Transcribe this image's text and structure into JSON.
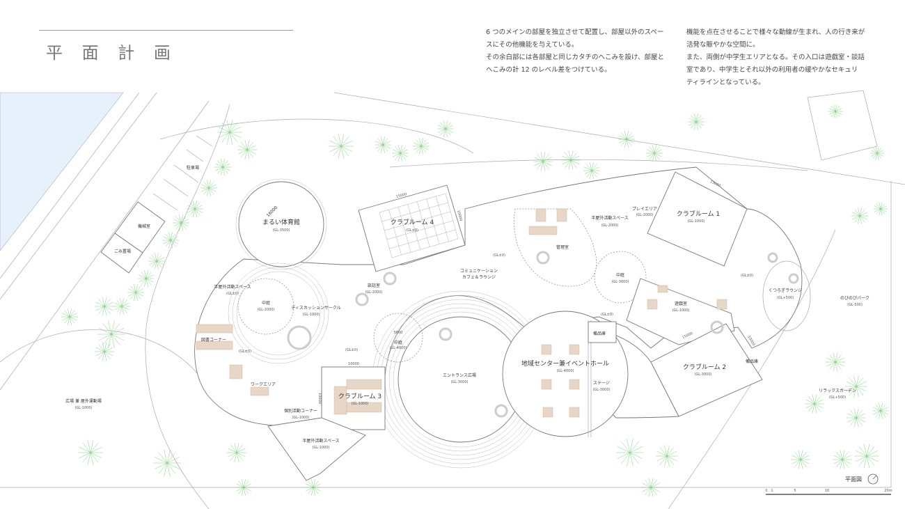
{
  "header": {
    "title": "平 面 計 画",
    "description_left": [
      "6 つのメインの部屋を独立させて配置し、部屋以外のスペー",
      "スにその他機能を与えている。",
      "その余白部には各部屋と同じカタチのへこみを設け、部屋と",
      "へこみの計 12 のレベル差をつけている。"
    ],
    "description_right": [
      "機能を点在させることで様々な動線が生まれ、人の行き来が",
      "活発な賑やかな空間に。",
      "また、両側が中学生エリアとなる。その入口は遊戯室・談話",
      "室であり、中学生とそれ以外の利用者の緩やかなセキュリ",
      "ティラインとなっている。"
    ]
  },
  "rooms": {
    "gym": {
      "name": "まるい体育館",
      "level": "(GL-3500)"
    },
    "club4": {
      "name": "クラブルーム 4",
      "level": "(GL±0)"
    },
    "club1": {
      "name": "クラブルーム 1",
      "level": "(GL-1000)"
    },
    "club2": {
      "name": "クラブルーム 2",
      "level": "(GL-3000)"
    },
    "club3": {
      "name": "クラブルーム 3",
      "level": "(GL-1000)"
    },
    "hall": {
      "name": "地域センター兼イベントホール",
      "level": "(GL-4000)"
    },
    "parking": {
      "name": "駐車場"
    },
    "machine": {
      "name": "機械室"
    },
    "garbage": {
      "name": "ごみ置場"
    },
    "semi_outdoor_w": {
      "name": "半屋外活動スペース",
      "level": "(GL±0)"
    },
    "courtyard_w": {
      "name": "中庭",
      "level": "(GL-2000)"
    },
    "discussion": {
      "name": "ディスカッションサークル",
      "level": "(GL-1000)"
    },
    "lounge_talk": {
      "name": "談話室",
      "level": "(GL-2000)"
    },
    "cafe": {
      "name": "コミュニケーション",
      "name2": "カフェ＆ラウンジ"
    },
    "gl0_cafe": {
      "level": "(GL±0)"
    },
    "library": {
      "name": "図書コーナー"
    },
    "gl0_lib": {
      "level": "(GL±0)"
    },
    "gl0_mid": {
      "level": "(GL±0)"
    },
    "courtyard_c": {
      "name": "中庭",
      "level": "(GL-4000)",
      "dim": "5800"
    },
    "office": {
      "name": "管理室"
    },
    "semi_outdoor_n": {
      "name": "半屋外活動スペース",
      "level": "(GL-2000)"
    },
    "play_area": {
      "name": "プレイエリア",
      "level": "(GL-2000)"
    },
    "courtyard_e": {
      "name": "中庭",
      "level": "(GL-3000)"
    },
    "gl0_e": {
      "level": "(GL±0)"
    },
    "playroom": {
      "name": "遊戯室",
      "level": "(GL-1000)"
    },
    "gl0_ne": {
      "level": "(GL±0)"
    },
    "relax_lounge": {
      "name": "くつろぎラウンジ",
      "level": "(GL+500)"
    },
    "park": {
      "name": "のびのびパーク",
      "level": "(GL-500)"
    },
    "storage1": {
      "name": "備品庫"
    },
    "storage2": {
      "name": "備品庫"
    },
    "stage": {
      "name": "ステージ",
      "level": "(GL-3000)"
    },
    "entrance": {
      "name": "エントランス広場",
      "level": "(GL-3000)"
    },
    "work": {
      "name": "ワークエリア"
    },
    "individual": {
      "name": "個別活動コーナー",
      "level": "(GL-1000)"
    },
    "semi_outdoor_s": {
      "name": "半屋外活動スペース",
      "level": "(GL-1000)"
    },
    "plaza": {
      "name": "広場 兼 屋外運動場",
      "level": "(GL-1000)"
    },
    "garden": {
      "name": "リラックスガーデン",
      "level": "(GL+500)"
    }
  },
  "dimensions": {
    "gym": "16000",
    "club4_w": "15000",
    "club4_h": "10000",
    "club1": "13000",
    "club3_w": "10000",
    "club3_h": "10000",
    "playroom": "15000",
    "club2": "10000"
  },
  "legend": {
    "plan_label": "平面図",
    "scale_ticks": [
      "0",
      "1",
      "5",
      "10",
      "20m"
    ]
  },
  "colors": {
    "water": "#e6f1fb",
    "tree": "#7fcf7f",
    "furniture": "#e8d6c6"
  }
}
